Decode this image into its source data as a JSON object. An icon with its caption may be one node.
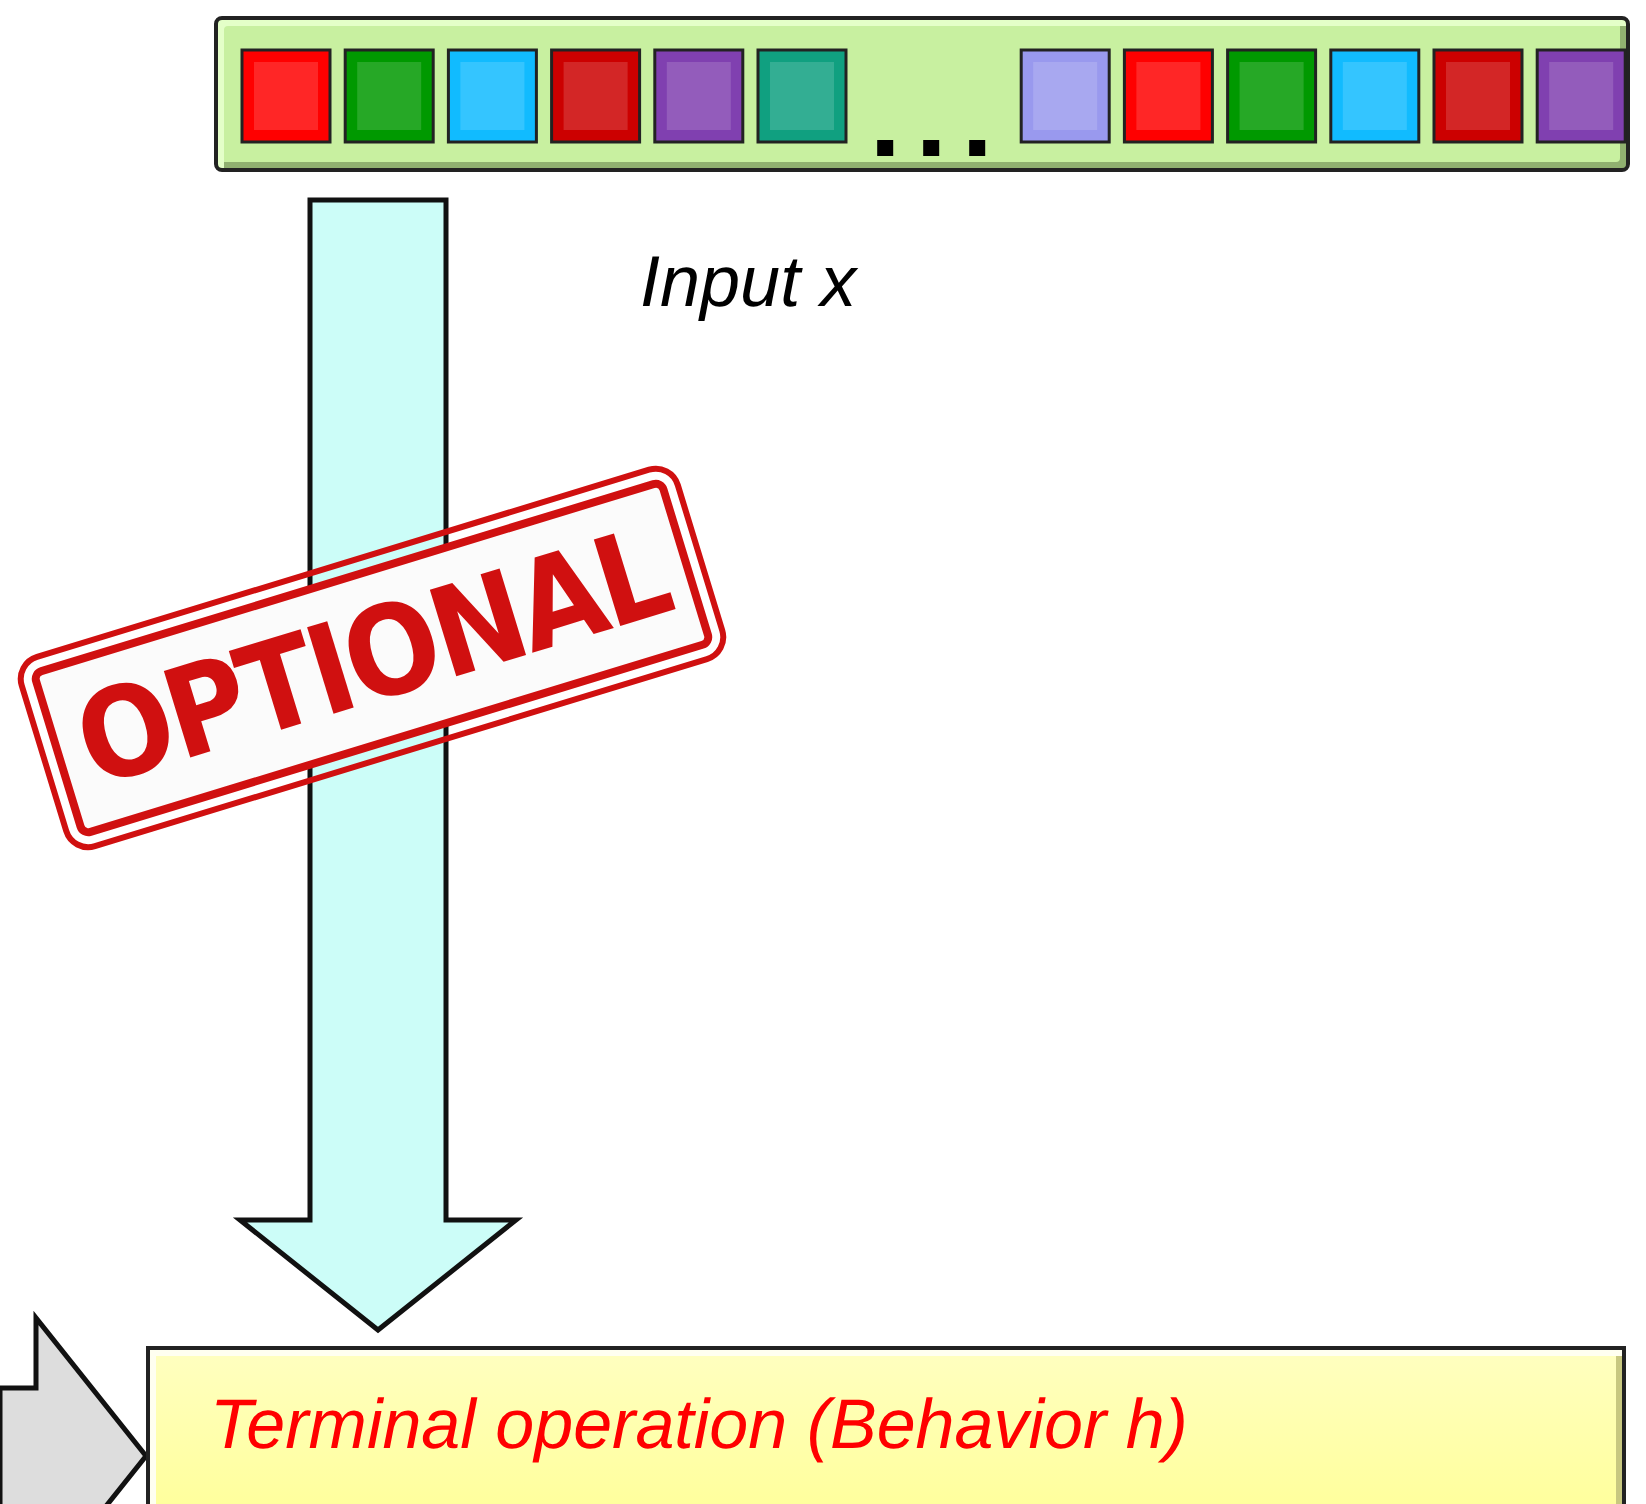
{
  "diagram": {
    "nodes": [
      {
        "text": [],
        "shape": "bar"
      },
      {
        "text": [
          "Terminal operation (Behavior h)"
        ]
      }
    ],
    "edges": [
      {
        "from": 0,
        "to": 1,
        "arrow": "to",
        "style": "thick",
        "color": "#ccfdf8"
      },
      {
        "from": null,
        "to": 1,
        "arrow": "to",
        "style": "thick",
        "color": "#dddddd"
      }
    ],
    "labels": [
      "Input x",
      "OPTIONAL"
    ]
  }
}
